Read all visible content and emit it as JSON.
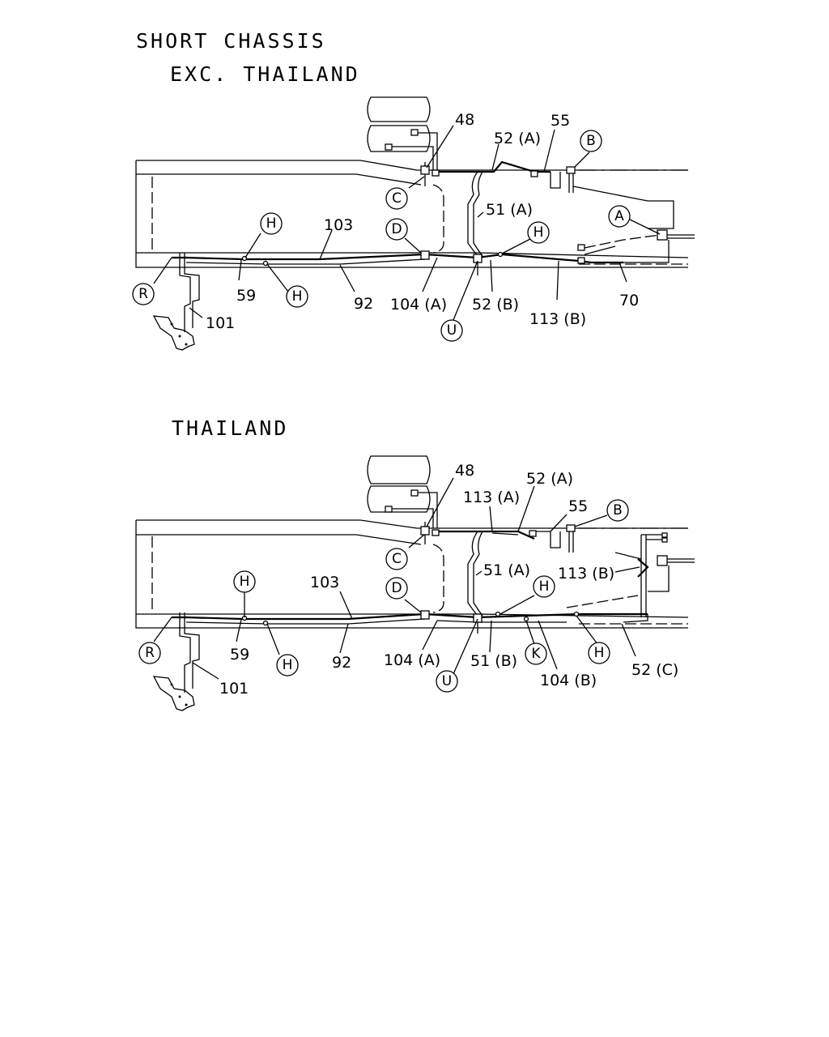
{
  "headings": {
    "short_chassis": "SHORT CHASSIS",
    "exc_thailand": "EXC. THAILAND",
    "thailand": "THAILAND"
  },
  "diagram_top": {
    "callouts": {
      "p48": "48",
      "p55": "55",
      "p52a": "52 (A)",
      "p51a": "51 (A)",
      "p103": "103",
      "p59": "59",
      "p92": "92",
      "p104a": "104 (A)",
      "p52b": "52 (B)",
      "p113b": "113 (B)",
      "p70": "70",
      "p101": "101"
    },
    "circles": {
      "c": "C",
      "b": "B",
      "a": "A",
      "d": "D",
      "h1": "H",
      "h2": "H",
      "h3": "H",
      "r": "R",
      "u": "U"
    }
  },
  "diagram_bottom": {
    "callouts": {
      "p48": "48",
      "p52a": "52 (A)",
      "p113a": "113 (A)",
      "p55": "55",
      "p51a": "51 (A)",
      "p113b": "113 (B)",
      "p103": "103",
      "p59": "59",
      "p92": "92",
      "p104a": "104 (A)",
      "p51b": "51 (B)",
      "p104b": "104 (B)",
      "p52c": "52 (C)",
      "p101": "101"
    },
    "circles": {
      "c": "C",
      "b": "B",
      "d": "D",
      "h1": "H",
      "h2": "H",
      "h3": "H",
      "h4": "H",
      "k": "K",
      "r": "R",
      "u": "U"
    }
  }
}
